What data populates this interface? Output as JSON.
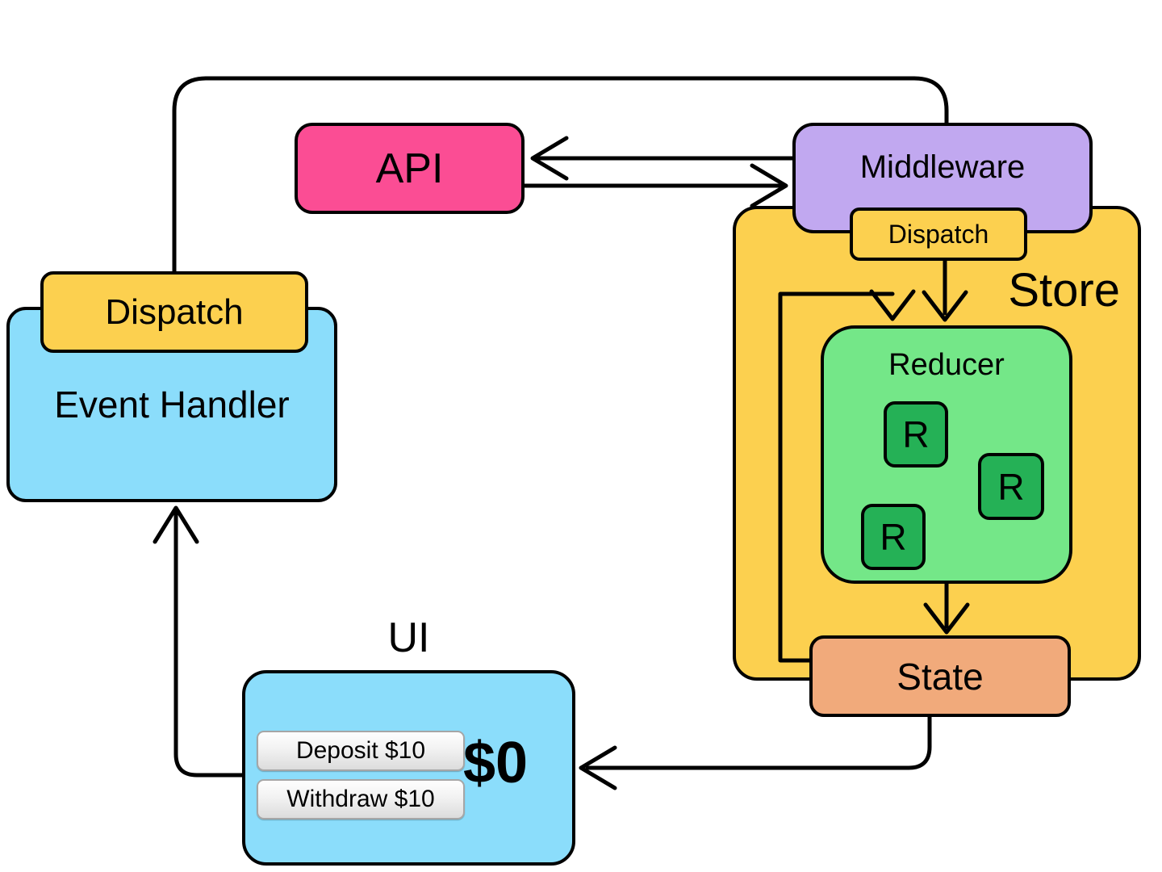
{
  "nodes": {
    "api": {
      "label": "API",
      "color": "#FB4D94"
    },
    "middleware": {
      "label": "Middleware",
      "color": "#C1A8F0"
    },
    "store": {
      "label": "Store",
      "color": "#FCD04F"
    },
    "store_dispatch": {
      "label": "Dispatch",
      "color": "#FCD04F"
    },
    "reducer": {
      "label": "Reducer",
      "color": "#74E788"
    },
    "reducer_item": {
      "label": "R",
      "color": "#25B156",
      "count": 3
    },
    "state": {
      "label": "State",
      "color": "#F1AA7B"
    },
    "event_handler": {
      "label": "Event Handler",
      "color": "#8BDDFB"
    },
    "event_dispatch": {
      "label": "Dispatch",
      "color": "#FCD04F"
    },
    "ui": {
      "label": "UI",
      "color": "#8BDDFB"
    }
  },
  "ui_panel": {
    "buttons": [
      {
        "label": "Deposit $10"
      },
      {
        "label": "Withdraw $10"
      }
    ],
    "balance": "$0"
  },
  "edges": [
    {
      "from": "event-dispatch",
      "to": "middleware",
      "arrowhead": "none"
    },
    {
      "from": "middleware",
      "to": "api",
      "arrowhead": "at-api"
    },
    {
      "from": "api",
      "to": "middleware",
      "arrowhead": "at-middleware"
    },
    {
      "from": "store-dispatch",
      "to": "reducer",
      "arrowhead": "down"
    },
    {
      "from": "state",
      "to": "reducer",
      "arrowhead": "down",
      "note": "loop-back"
    },
    {
      "from": "reducer",
      "to": "state",
      "arrowhead": "down"
    },
    {
      "from": "state",
      "to": "ui",
      "arrowhead": "left"
    },
    {
      "from": "ui",
      "to": "event-handler",
      "arrowhead": "up"
    }
  ],
  "stroke_color": "#000000"
}
